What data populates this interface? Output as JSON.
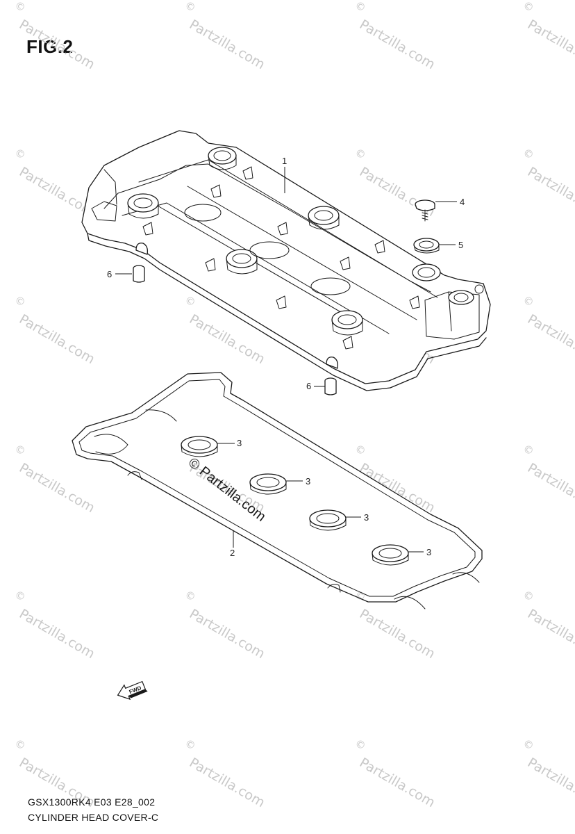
{
  "figure": {
    "label": "FIG.2"
  },
  "callouts": [
    {
      "id": "1",
      "text": "1"
    },
    {
      "id": "2",
      "text": "2"
    },
    {
      "id": "3a",
      "text": "3"
    },
    {
      "id": "3b",
      "text": "3"
    },
    {
      "id": "3c",
      "text": "3"
    },
    {
      "id": "3d",
      "text": "3"
    },
    {
      "id": "4",
      "text": "4"
    },
    {
      "id": "5",
      "text": "5"
    },
    {
      "id": "6a",
      "text": "6"
    },
    {
      "id": "6b",
      "text": "6"
    }
  ],
  "direction_marker": {
    "text": "FWD"
  },
  "watermark": {
    "text": "Partzilla.com",
    "symbol": "©",
    "center_text": "© Partzilla.com"
  },
  "footer": {
    "code": "GSX1300RK4 E03 E28_002",
    "title": "CYLINDER HEAD COVER-C"
  }
}
